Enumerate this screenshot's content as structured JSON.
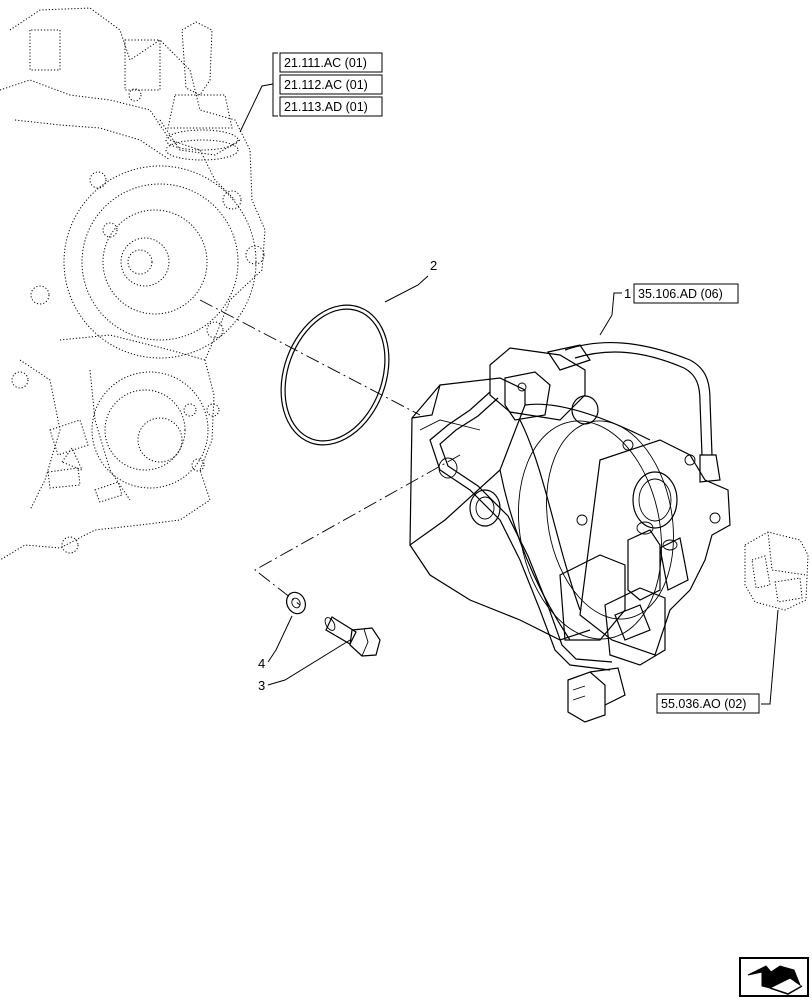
{
  "references": {
    "r1": "21.111.AC (01)",
    "r2": "21.112.AC (01)",
    "r3": "21.113.AD (01)",
    "r4": "35.106.AD (06)",
    "r5": "55.036.AO (02)"
  },
  "callouts": {
    "c1": "1",
    "c2": "2",
    "c3": "3",
    "c4": "4"
  },
  "icons": {
    "nav": "next-page-arrow-icon"
  }
}
